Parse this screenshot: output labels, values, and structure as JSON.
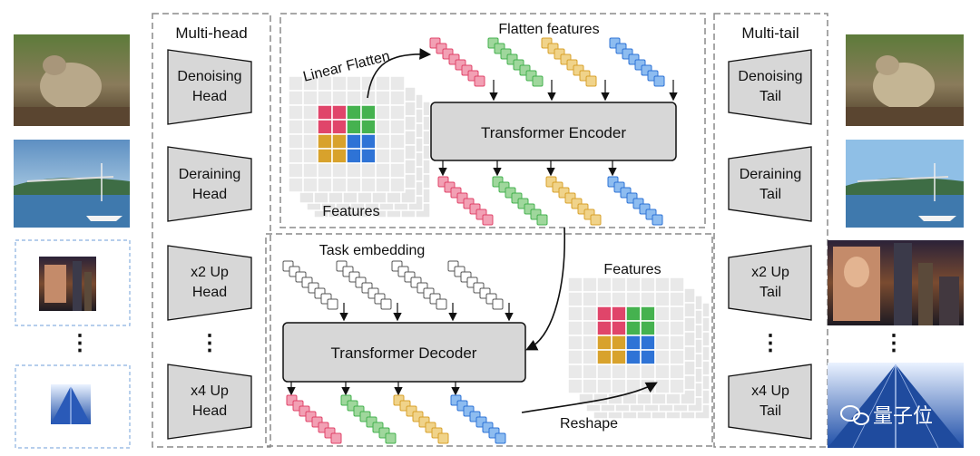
{
  "labels": {
    "multi_head": "Multi-head",
    "multi_tail": "Multi-tail",
    "linear_flatten": "Linear Flatten",
    "flatten_features": "Flatten features",
    "features_top": "Features",
    "features_bottom": "Features",
    "task_embedding": "Task embedding",
    "transformer_encoder": "Transformer Encoder",
    "transformer_decoder": "Transformer Decoder",
    "reshape": "Reshape",
    "dots": "⋮"
  },
  "heads": [
    {
      "line1": "Denoising",
      "line2": "Head"
    },
    {
      "line1": "Deraining",
      "line2": "Head"
    },
    {
      "line1": "x2 Up",
      "line2": "Head"
    },
    {
      "line1": "x4 Up",
      "line2": "Head"
    }
  ],
  "tails": [
    {
      "line1": "Denoising",
      "line2": "Tail"
    },
    {
      "line1": "Deraining",
      "line2": "Tail"
    },
    {
      "line1": "x2 Up",
      "line2": "Tail"
    },
    {
      "line1": "x4 Up",
      "line2": "Tail"
    }
  ],
  "watermark": "量子位",
  "colors": {
    "pink": "#f2a0b4",
    "pink_dark": "#e0456a",
    "green": "#9fd79c",
    "green_dark": "#45b24f",
    "yellow": "#f0d38a",
    "yellow_dark": "#d8a22c",
    "blue": "#8dbcf0",
    "blue_dark": "#2e73d6",
    "box": "#d7d7d7",
    "dash": "#8a8a8a"
  }
}
